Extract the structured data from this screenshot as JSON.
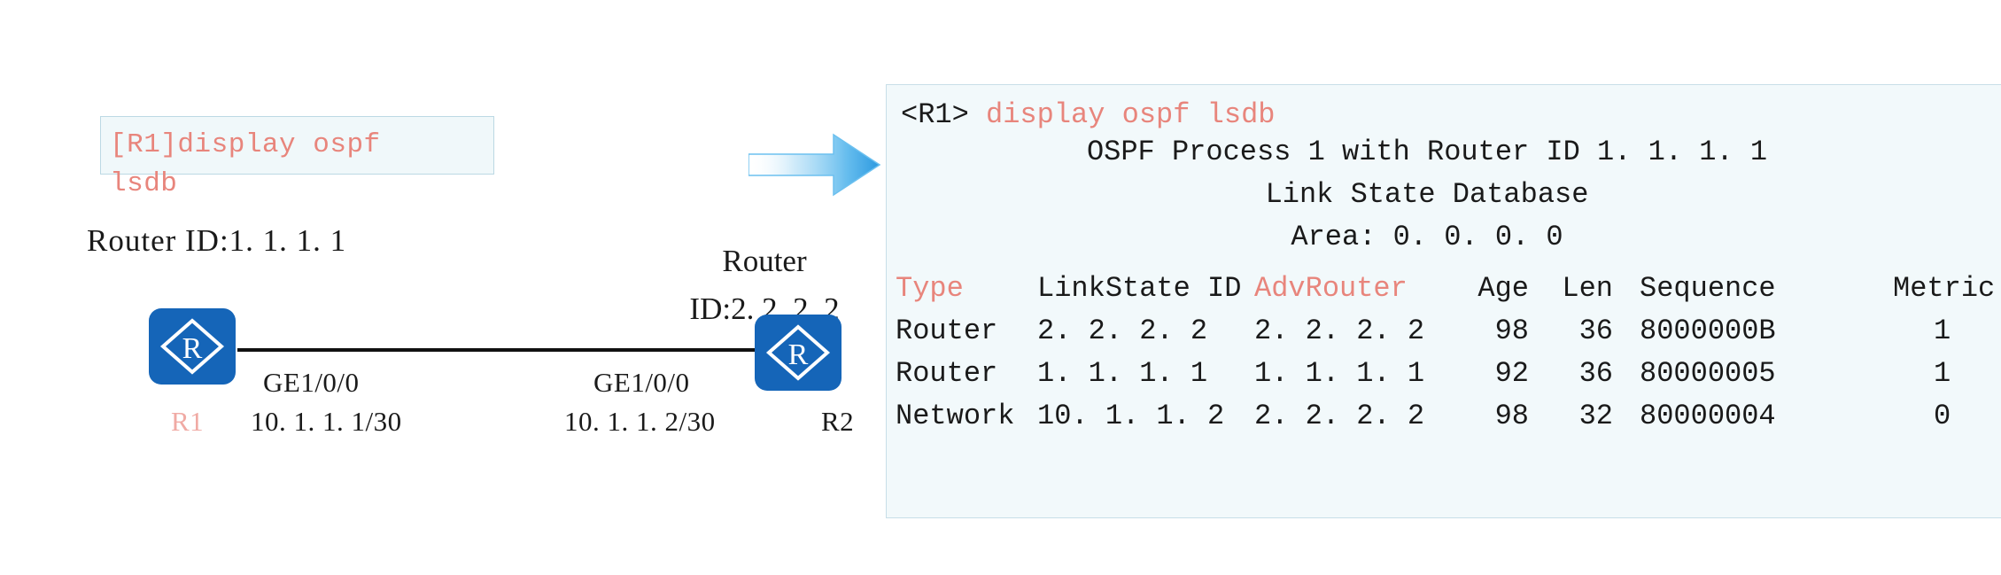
{
  "diagram": {
    "command_box": {
      "text": "[R1]display ospf\nlsdb",
      "accent_color": "#e8857c",
      "background": "#f0f8fa",
      "border_color": "#bcd9e4"
    },
    "left_router": {
      "router_id_label": "Router ID:1. 1. 1. 1",
      "device_name": "R1",
      "device_name_color": "#f0aaa4",
      "interface": "GE1/0/0",
      "ip_address": "10. 1. 1. 1/30",
      "icon": "router-icon",
      "icon_color": "#1565b8",
      "icon_glyph": "R"
    },
    "right_router": {
      "router_id_label": "Router\nID:2. 2. 2. 2",
      "device_name": "R2",
      "device_name_color": "#1a1a1a",
      "interface": "GE1/0/0",
      "ip_address": "10. 1. 1. 2/30",
      "icon": "router-icon",
      "icon_color": "#1565b8",
      "icon_glyph": "R"
    },
    "link": {
      "name": "ethernet-link",
      "color": "#111111"
    },
    "flow_arrow": {
      "name": "right-arrow-icon",
      "color_start": "#ffffff",
      "color_end": "#3ba7e8"
    }
  },
  "terminal": {
    "background": "#f2f9fb",
    "border_color": "#c8dfe8",
    "prompt": "<R1>",
    "command": "display ospf lsdb",
    "command_color": "#e8857c",
    "header_lines": [
      "OSPF Process 1 with Router ID 1. 1. 1. 1",
      "Link State Database",
      "Area: 0. 0. 0. 0"
    ],
    "table": {
      "columns": [
        {
          "label": "Type",
          "color": "#e8857c"
        },
        {
          "label": "LinkState ID",
          "color": "#1a1a1a"
        },
        {
          "label": "AdvRouter",
          "color": "#e8857c"
        },
        {
          "label": "Age",
          "color": "#1a1a1a"
        },
        {
          "label": "Len",
          "color": "#1a1a1a"
        },
        {
          "label": "Sequence",
          "color": "#1a1a1a"
        },
        {
          "label": "Metric",
          "color": "#1a1a1a"
        }
      ],
      "rows": [
        {
          "type": "Router",
          "linkstate_id": "2. 2. 2. 2",
          "adv_router": "2. 2. 2. 2",
          "age": "98",
          "len": "36",
          "sequence": "8000000B",
          "metric": "1"
        },
        {
          "type": "Router",
          "linkstate_id": "1. 1. 1. 1",
          "adv_router": "1. 1. 1. 1",
          "age": "92",
          "len": "36",
          "sequence": "80000005",
          "metric": "1"
        },
        {
          "type": "Network",
          "linkstate_id": "10. 1. 1. 2",
          "adv_router": "2. 2. 2. 2",
          "age": "98",
          "len": "32",
          "sequence": "80000004",
          "metric": "0"
        }
      ]
    }
  }
}
